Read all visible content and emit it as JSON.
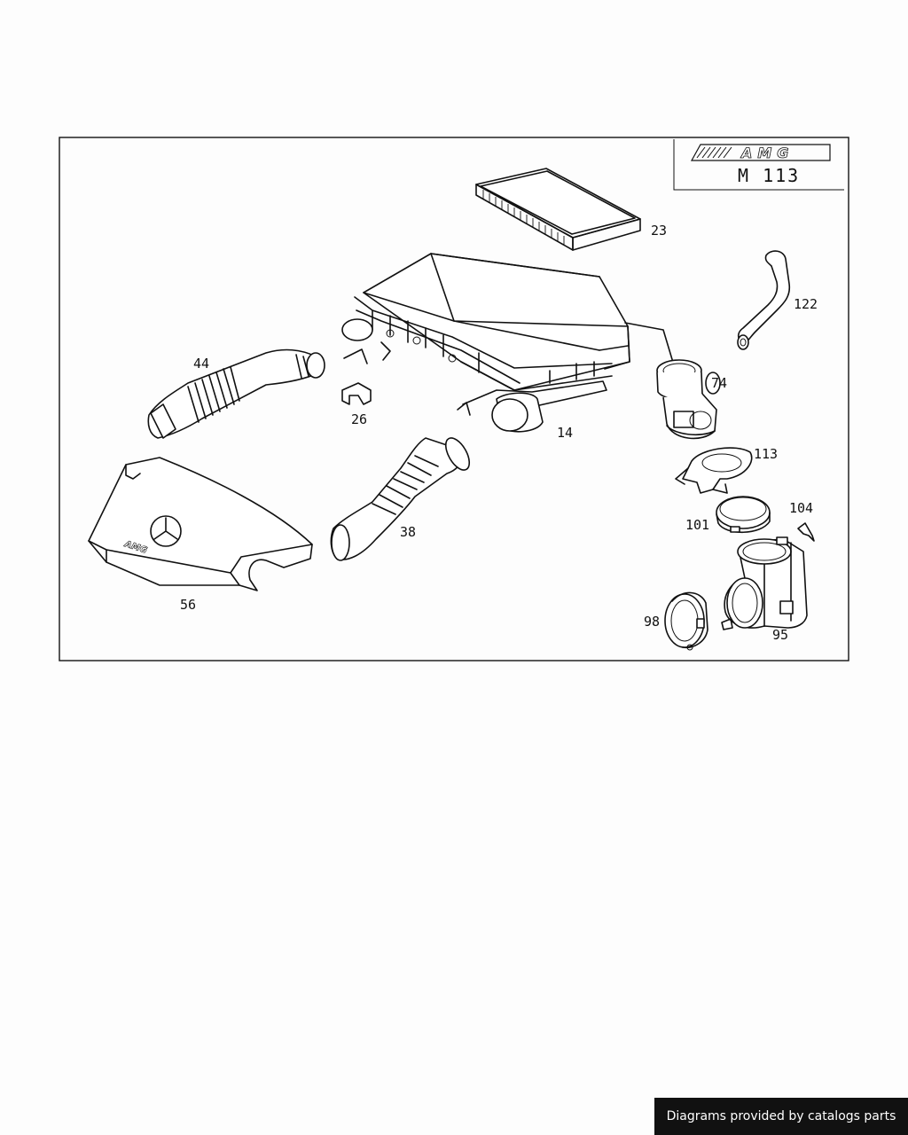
{
  "header": {
    "logo_text": "AMG",
    "engine": "M 113"
  },
  "callouts": {
    "p23": "23",
    "p122": "122",
    "p74": "74",
    "p44": "44",
    "p26": "26",
    "p14": "14",
    "p113": "113",
    "p104": "104",
    "p101": "101",
    "p38": "38",
    "p56": "56",
    "p98": "98",
    "p95": "95"
  },
  "footer": {
    "text": "Diagrams provided by catalogs parts"
  }
}
